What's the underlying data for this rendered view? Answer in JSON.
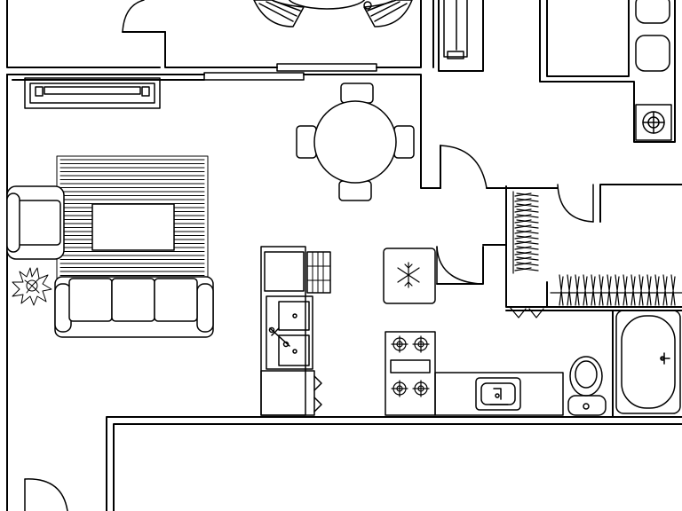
{
  "plan": {
    "colors": {
      "line": "#000000",
      "fill": "#ffffff",
      "wall": "#000000"
    },
    "fixtures": [
      "sofa",
      "armchair",
      "rug",
      "coffee-table",
      "tv-console",
      "round-dining-table",
      "dining-chairs",
      "refrigerator",
      "range",
      "double-sink",
      "dishwasher",
      "bathroom-vanity",
      "toilet",
      "bathtub",
      "closet-shelving",
      "potted-plant",
      "washer-dryer",
      "balcony-chairs"
    ]
  }
}
